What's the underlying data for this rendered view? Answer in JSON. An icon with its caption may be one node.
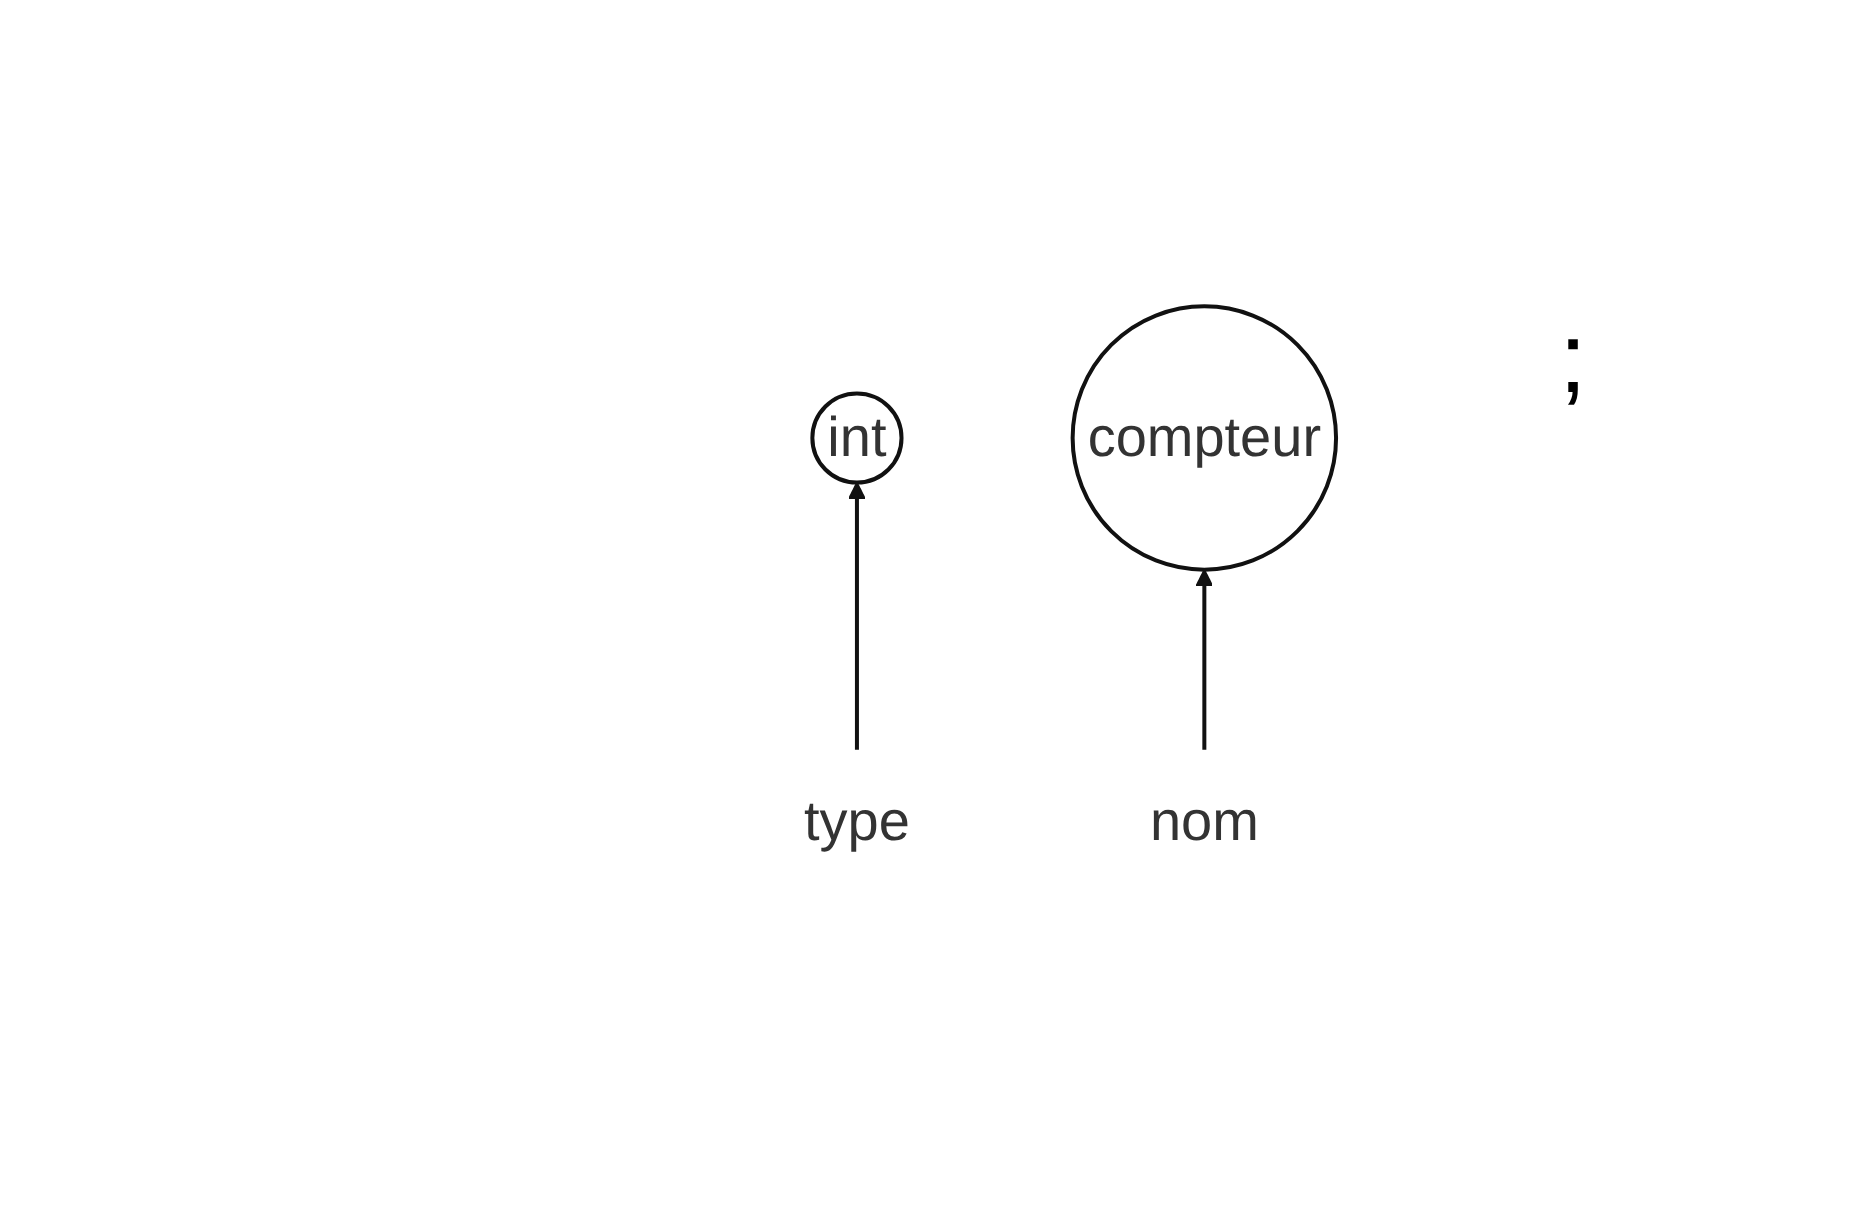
{
  "diagram": {
    "nodes": [
      {
        "text": [
          "int"
        ]
      },
      {
        "text": [
          "compteur"
        ]
      },
      {
        "text": [
          "type"
        ]
      },
      {
        "text": [
          "nom"
        ]
      }
    ],
    "edges": [
      {
        "from": 2,
        "to": 0,
        "arrow": "to"
      },
      {
        "from": 3,
        "to": 1,
        "arrow": "to"
      }
    ],
    "labels": [
      ";"
    ]
  }
}
